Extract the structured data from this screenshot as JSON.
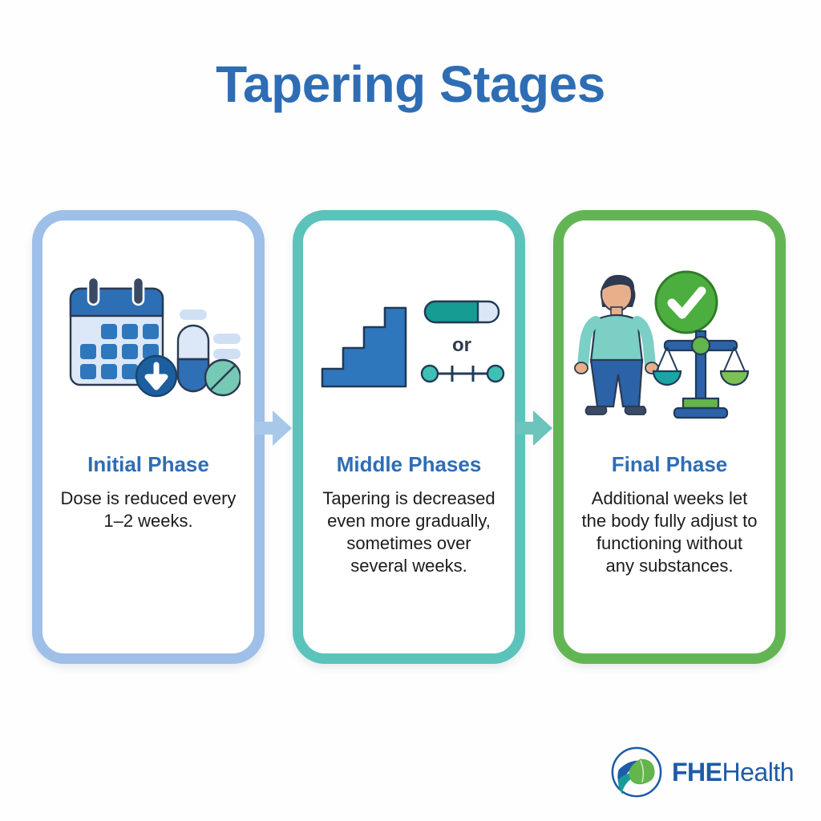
{
  "page": {
    "title": "Tapering Stages",
    "background_color": "#fefefe",
    "title_color": "#2e6db4"
  },
  "cards": [
    {
      "heading": "Initial Phase",
      "body": "Dose is reduced every 1–2 weeks.",
      "border_color": "#9dbfe8",
      "icon_name": "calendar-with-pills-icon"
    },
    {
      "heading": "Middle Phases",
      "body": "Tapering is decreased even more gradually, sometimes over several weeks.",
      "border_color": "#5cc3bb",
      "icon_name": "stairs-progress-timeline-icon"
    },
    {
      "heading": "Final Phase",
      "body": "Additional weeks let the body fully adjust to functioning without any substances.",
      "border_color": "#63b554",
      "icon_name": "person-check-balance-icon"
    }
  ],
  "connectors": [
    {
      "name": "arrow-1",
      "color": "#a8c8ea"
    },
    {
      "name": "arrow-2",
      "color": "#6cc4bd"
    }
  ],
  "icon_details": {
    "middle_or_label": "or",
    "progress_fill_percent": 72,
    "progress_fill_color": "#169c92",
    "stairs_color": "#2f77bc",
    "check_circle_color": "#4cae3f",
    "calendar_header_color": "#2d6fb5"
  },
  "logo": {
    "brand_bold": "FHE",
    "brand_light": "Health",
    "color": "#1e5ba8",
    "leaf_color": "#63b54c",
    "wave_dark": "#1e5ba8",
    "wave_teal": "#189a9a"
  }
}
